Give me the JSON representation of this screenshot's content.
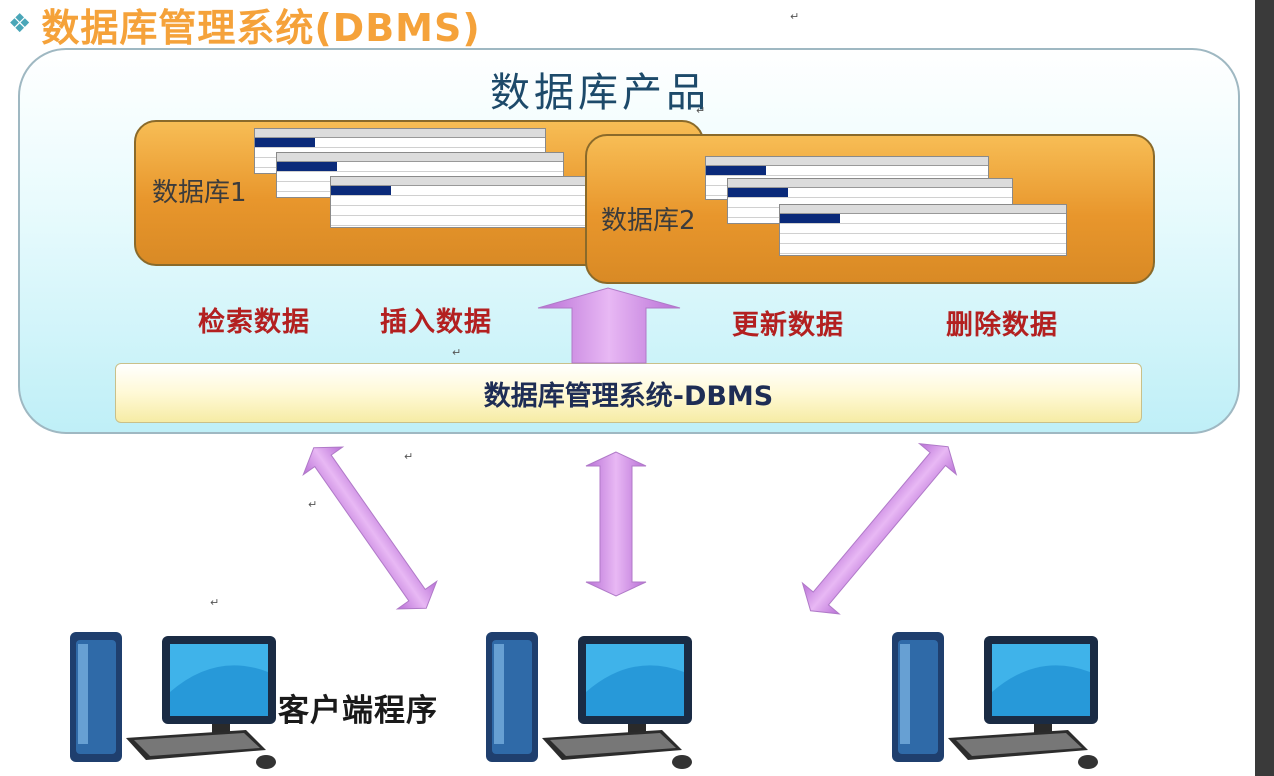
{
  "title": {
    "bullet": "❖",
    "text": "数据库管理系统(DBMS)"
  },
  "panel": {
    "label": "数据库产品"
  },
  "databases": [
    {
      "label": "数据库1"
    },
    {
      "label": "数据库2"
    }
  ],
  "operations": [
    "检索数据",
    "插入数据",
    "更新数据",
    "删除数据"
  ],
  "dbms_bar": {
    "label": "数据库管理系统-DBMS"
  },
  "client": {
    "label": "客户端程序"
  },
  "colors": {
    "title": "#f5a23a",
    "db_box": "#e8962c",
    "operation_text": "#b32020",
    "arrow": "#c98ae0",
    "panel": "#bfeff7"
  },
  "icons": [
    "diamond-bullet-icon",
    "computer-icon"
  ]
}
